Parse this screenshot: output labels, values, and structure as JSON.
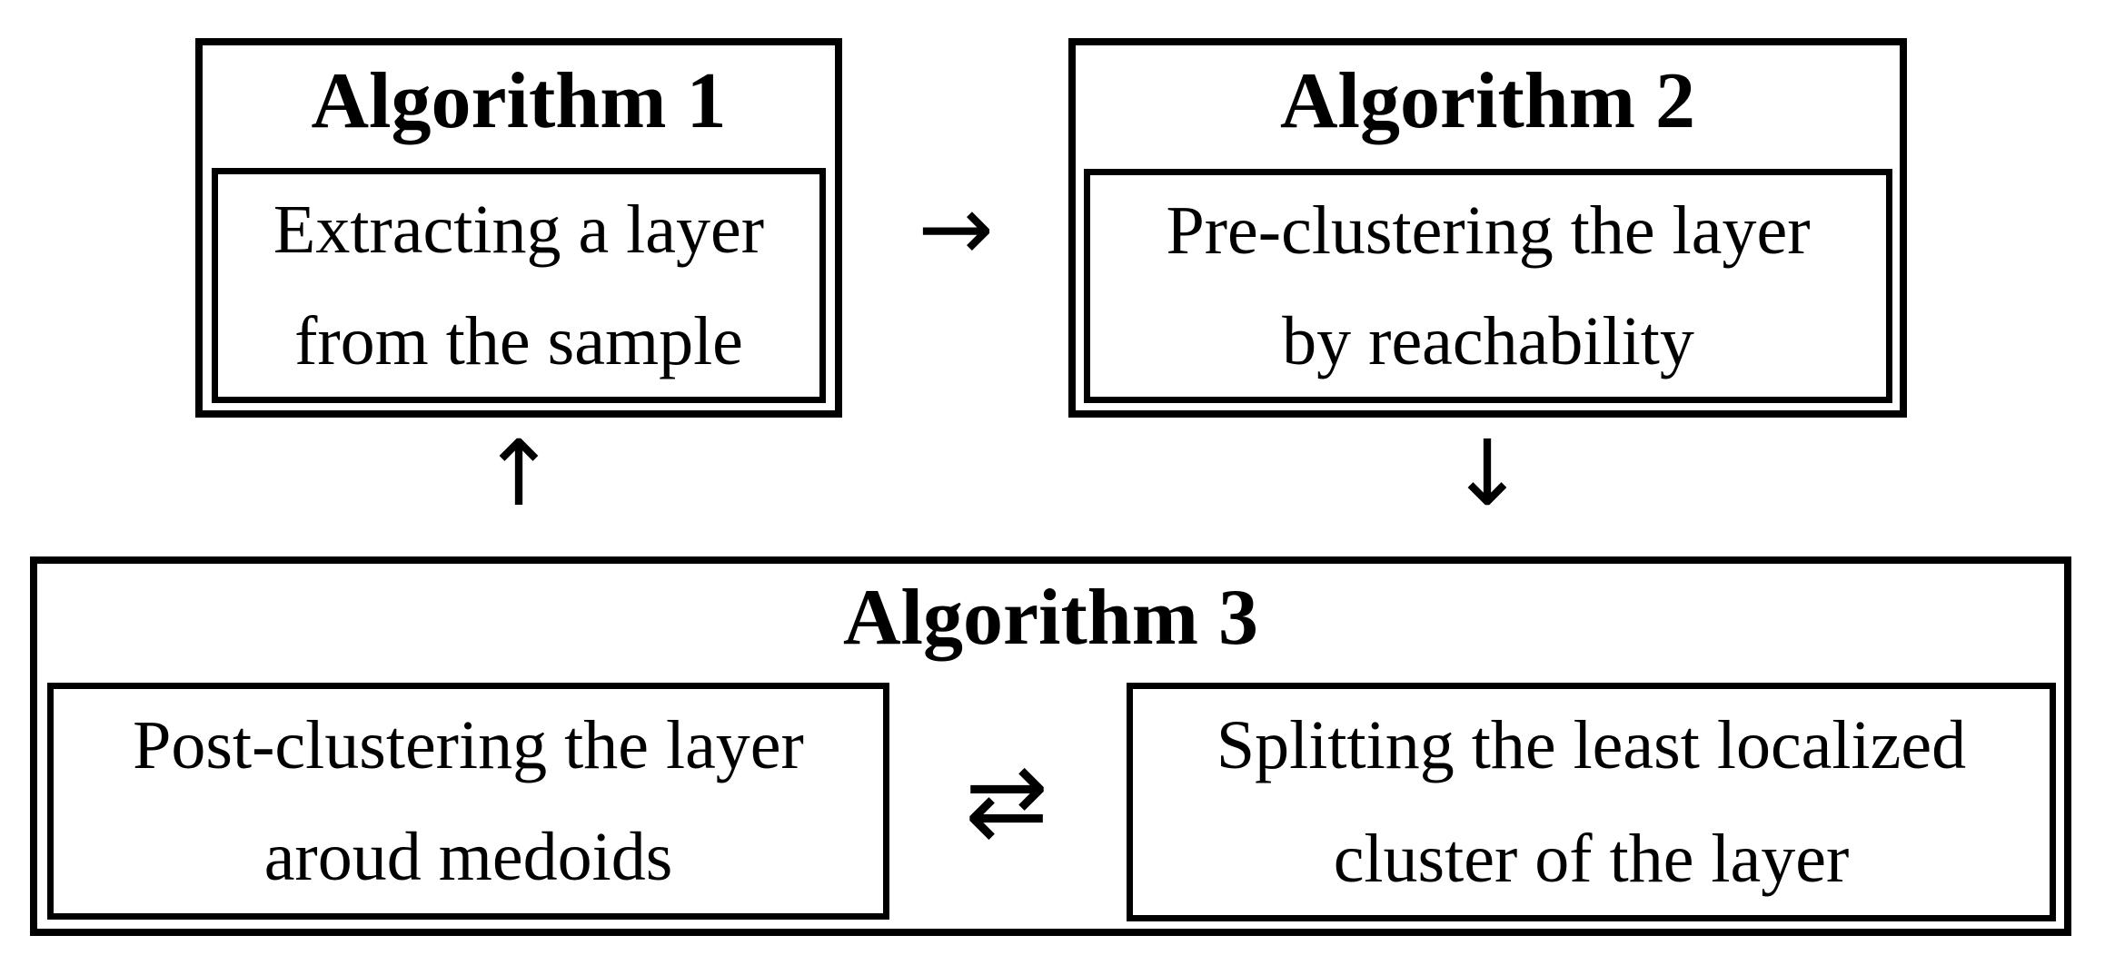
{
  "diagram": {
    "colors": {
      "background": "#ffffff",
      "line": "#000000",
      "text": "#000000"
    },
    "boxes": [
      {
        "id": "algorithm-1",
        "title": "Algorithm 1",
        "body_lines": [
          "Extracting a layer",
          "from the sample"
        ]
      },
      {
        "id": "algorithm-2",
        "title": "Algorithm 2",
        "body_lines": [
          "Pre-clustering the layer",
          "by reachability"
        ]
      },
      {
        "id": "algorithm-3",
        "title": "Algorithm 3",
        "sub_boxes": [
          {
            "id": "post-clustering",
            "lines": [
              "Post-clustering the layer",
              "aroud medoids"
            ]
          },
          {
            "id": "splitting",
            "lines": [
              "Splitting the least localized",
              "cluster of the layer"
            ]
          }
        ]
      }
    ],
    "arrows": [
      {
        "name": "right-arrow",
        "glyph": "→"
      },
      {
        "name": "up-arrow",
        "glyph": "↑"
      },
      {
        "name": "down-arrow",
        "glyph": "↓"
      },
      {
        "name": "swap-arrows",
        "glyph": "⇄"
      }
    ]
  }
}
